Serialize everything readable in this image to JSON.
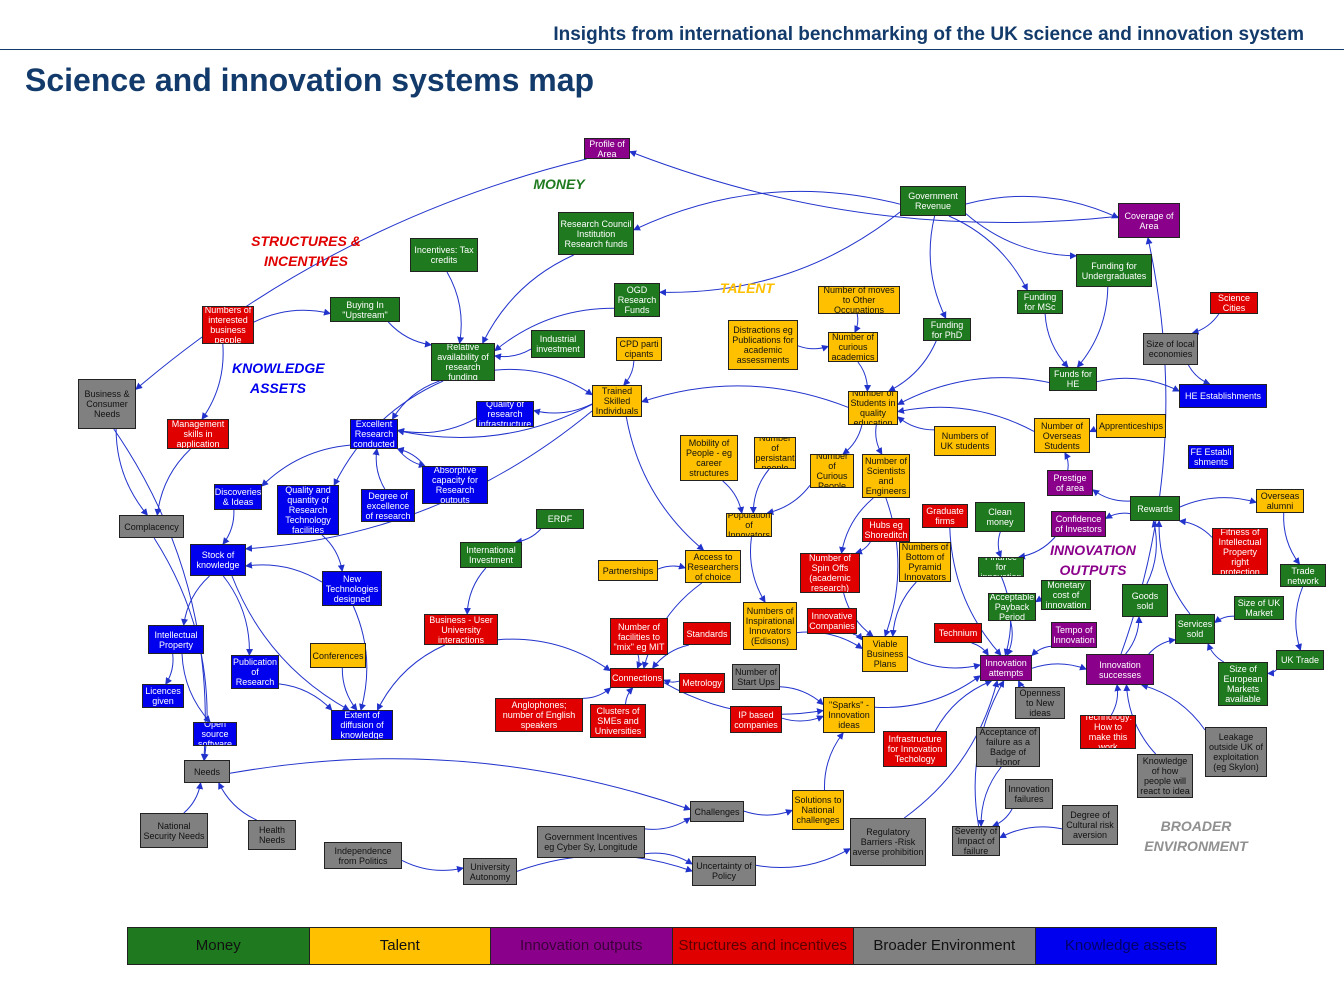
{
  "header": {
    "top_title": "Insights from international benchmarking of the UK science and innovation system",
    "main_title": "Science and innovation systems map"
  },
  "colors": {
    "money": "#1f7a1f",
    "talent": "#ffc000",
    "outputs": "#8b008b",
    "structures": "#e00000",
    "broader": "#808080",
    "knowledge": "#0000ee",
    "line": "#2233cc"
  },
  "category_labels": [
    {
      "id": "money",
      "text": "MONEY",
      "color": "#1f7a1f"
    },
    {
      "id": "structures",
      "text": "STRUCTURES & INCENTIVES",
      "color": "#e00000"
    },
    {
      "id": "knowledge",
      "text": "KNOWLEDGE ASSETS",
      "color": "#0000ee"
    },
    {
      "id": "talent",
      "text": "TALENT",
      "color": "#ffc000"
    },
    {
      "id": "outputs",
      "text": "INNOVATION OUTPUTS",
      "color": "#8b008b"
    },
    {
      "id": "broader",
      "text": "BROADER ENVIRONMENT",
      "color": "#909090"
    }
  ],
  "nodes": [
    {
      "id": "profile",
      "text": "Profile of Area",
      "cat": "outputs"
    },
    {
      "id": "gov_rev",
      "text": "Government Revenue",
      "cat": "money"
    },
    {
      "id": "coverage",
      "text": "Coverage of Area",
      "cat": "outputs"
    },
    {
      "id": "rc_funds",
      "text": "Research Council Institution Research funds",
      "cat": "money"
    },
    {
      "id": "tax",
      "text": "Incentives: Tax credits",
      "cat": "money"
    },
    {
      "id": "ogd",
      "text": "OGD Research Funds",
      "cat": "money"
    },
    {
      "id": "ug_fund",
      "text": "Funding for Undergraduates",
      "cat": "money"
    },
    {
      "id": "msc_fund",
      "text": "Funding for MSc",
      "cat": "money"
    },
    {
      "id": "sci_cities",
      "text": "Science Cities",
      "cat": "structures"
    },
    {
      "id": "phd_fund",
      "text": "Funding for PhD",
      "cat": "money"
    },
    {
      "id": "moves",
      "text": "Number of moves to Other Occupations",
      "cat": "talent"
    },
    {
      "id": "interested",
      "text": "Numbers of interested business people",
      "cat": "structures"
    },
    {
      "id": "upstream",
      "text": "Buying In \"Upstream\"",
      "cat": "money"
    },
    {
      "id": "distractions",
      "text": "Distractions eg Publications for academic assessments",
      "cat": "talent"
    },
    {
      "id": "local_econ",
      "text": "Size of local economies",
      "cat": "broader"
    },
    {
      "id": "industrial",
      "text": "Industrial investment",
      "cat": "money"
    },
    {
      "id": "cpd",
      "text": "CPD parti cipants",
      "cat": "talent"
    },
    {
      "id": "curious_acad",
      "text": "Number of curious academics",
      "cat": "talent"
    },
    {
      "id": "rel_avail",
      "text": "Relative availability of research funding",
      "cat": "money"
    },
    {
      "id": "funds_he",
      "text": "Funds for HE",
      "cat": "money"
    },
    {
      "id": "he_estab",
      "text": "HE Establishments",
      "cat": "knowledge"
    },
    {
      "id": "bus_needs",
      "text": "Business & Consumer Needs",
      "cat": "broader"
    },
    {
      "id": "trained",
      "text": "Trained Skilled Individuals",
      "cat": "talent"
    },
    {
      "id": "students_qe",
      "text": "Number of Students in quality education",
      "cat": "talent"
    },
    {
      "id": "quality_infra",
      "text": "Quality of research infrastructure",
      "cat": "knowledge"
    },
    {
      "id": "mgmt",
      "text": "Management skills in application",
      "cat": "structures"
    },
    {
      "id": "excellent",
      "text": "Excellent Research conducted",
      "cat": "knowledge"
    },
    {
      "id": "apprentice",
      "text": "Apprenticeships",
      "cat": "talent"
    },
    {
      "id": "overseas_st",
      "text": "Number of Overseas Students",
      "cat": "talent"
    },
    {
      "id": "uk_students",
      "text": "Numbers of UK students",
      "cat": "talent"
    },
    {
      "id": "fe_estab",
      "text": "FE Establi shments",
      "cat": "knowledge"
    },
    {
      "id": "mobility",
      "text": "Mobility of People - eg career structures",
      "cat": "talent"
    },
    {
      "id": "persistent",
      "text": "Number of persistant people",
      "cat": "talent"
    },
    {
      "id": "curious_people",
      "text": "Number of Curious People",
      "cat": "talent"
    },
    {
      "id": "sci_eng",
      "text": "Number of Scientists and Engineers",
      "cat": "talent"
    },
    {
      "id": "absorptive",
      "text": "Absorptive capacity for Research outputs",
      "cat": "knowledge"
    },
    {
      "id": "prestige",
      "text": "Prestige of area",
      "cat": "outputs"
    },
    {
      "id": "overseas_alumni",
      "text": "Overseas alumni",
      "cat": "talent"
    },
    {
      "id": "discoveries",
      "text": "Discoveries & Ideas",
      "cat": "knowledge"
    },
    {
      "id": "qual_tech",
      "text": "Quality and quantity of Research Technology facilities",
      "cat": "knowledge"
    },
    {
      "id": "degree_exc",
      "text": "Degree of excellence of research",
      "cat": "knowledge"
    },
    {
      "id": "graduate",
      "text": "Graduate firms",
      "cat": "structures"
    },
    {
      "id": "clean_money",
      "text": "Clean money",
      "cat": "money"
    },
    {
      "id": "rewards",
      "text": "Rewards",
      "cat": "money"
    },
    {
      "id": "confidence",
      "text": "Confidence of Investors",
      "cat": "outputs"
    },
    {
      "id": "complacency",
      "text": "Complacency",
      "cat": "broader"
    },
    {
      "id": "erdf",
      "text": "ERDF",
      "cat": "money"
    },
    {
      "id": "pop_innov",
      "text": "Population of Innovators",
      "cat": "talent"
    },
    {
      "id": "hubs",
      "text": "Hubs eg Shoreditch",
      "cat": "structures"
    },
    {
      "id": "bottom_pyr",
      "text": "Numbers of Bottom of Pyramid Innovators",
      "cat": "talent"
    },
    {
      "id": "fitness_ip",
      "text": "Fitness of Intellectual Property right protection",
      "cat": "structures"
    },
    {
      "id": "intl_invest",
      "text": "International Investment",
      "cat": "money"
    },
    {
      "id": "stock_know",
      "text": "Stock of knowledge",
      "cat": "knowledge"
    },
    {
      "id": "partnerships",
      "text": "Partnerships",
      "cat": "talent"
    },
    {
      "id": "access_res",
      "text": "Access to Researchers of choice",
      "cat": "talent"
    },
    {
      "id": "spinouts",
      "text": "Number of Spin Offs (academic research)",
      "cat": "structures"
    },
    {
      "id": "finance",
      "text": "Finance for innovation",
      "cat": "money"
    },
    {
      "id": "trade_net",
      "text": "Trade network",
      "cat": "money"
    },
    {
      "id": "new_tech",
      "text": "New Technologies designed",
      "cat": "knowledge"
    },
    {
      "id": "monetary",
      "text": "Monetary cost of innovation",
      "cat": "money"
    },
    {
      "id": "goods_sold",
      "text": "Goods sold",
      "cat": "money"
    },
    {
      "id": "payback",
      "text": "Acceptable Payback Period",
      "cat": "money"
    },
    {
      "id": "uk_market",
      "text": "Size of UK Market",
      "cat": "money"
    },
    {
      "id": "bus_uni",
      "text": "Business - User University interactions",
      "cat": "structures"
    },
    {
      "id": "facilities_mix",
      "text": "Number of facilities to \"mix\" eg MIT",
      "cat": "structures"
    },
    {
      "id": "inspirational",
      "text": "Numbers of Inspirational Innovators (Edisons)",
      "cat": "talent"
    },
    {
      "id": "innov_comp",
      "text": "Innovative Companies",
      "cat": "structures"
    },
    {
      "id": "technium",
      "text": "Technium",
      "cat": "structures"
    },
    {
      "id": "tempo",
      "text": "Tempo of Innovation",
      "cat": "outputs"
    },
    {
      "id": "services",
      "text": "Services sold",
      "cat": "money"
    },
    {
      "id": "ip",
      "text": "Intellectual Property",
      "cat": "knowledge"
    },
    {
      "id": "standards",
      "text": "Standards",
      "cat": "structures"
    },
    {
      "id": "viable",
      "text": "Viable Business Plans",
      "cat": "talent"
    },
    {
      "id": "uk_trade",
      "text": "UK Trade",
      "cat": "money"
    },
    {
      "id": "conferences",
      "text": "Conferences",
      "cat": "talent"
    },
    {
      "id": "publication",
      "text": "Publication of Research",
      "cat": "knowledge"
    },
    {
      "id": "innov_att",
      "text": "Innovation attempts",
      "cat": "outputs"
    },
    {
      "id": "innov_succ",
      "text": "Innovation successes",
      "cat": "outputs"
    },
    {
      "id": "eu_market",
      "text": "Size of European Markets available",
      "cat": "money"
    },
    {
      "id": "connections",
      "text": "Connections",
      "cat": "structures"
    },
    {
      "id": "metrology",
      "text": "Metrology",
      "cat": "structures"
    },
    {
      "id": "startups",
      "text": "Number of Start Ups",
      "cat": "broader"
    },
    {
      "id": "licences",
      "text": "Licences given",
      "cat": "knowledge"
    },
    {
      "id": "openness",
      "text": "Openness to New ideas",
      "cat": "broader"
    },
    {
      "id": "anglophones",
      "text": "Anglophones; number of English speakers",
      "cat": "structures"
    },
    {
      "id": "clusters",
      "text": "Clusters of SMEs and Universities",
      "cat": "structures"
    },
    {
      "id": "extent_diff",
      "text": "Extent of diffusion of knowledge",
      "cat": "knowledge"
    },
    {
      "id": "ip_based",
      "text": "IP based companies",
      "cat": "structures"
    },
    {
      "id": "sparks",
      "text": "\"Sparks\" - Innovation ideas",
      "cat": "talent"
    },
    {
      "id": "tech_how",
      "text": "Technology: How to make this work",
      "cat": "structures"
    },
    {
      "id": "open_source",
      "text": "Open source software",
      "cat": "knowledge"
    },
    {
      "id": "infra_innov",
      "text": "Infrastructure for Innovation Techology",
      "cat": "structures"
    },
    {
      "id": "acceptance",
      "text": "Acceptance of failure as a Badge of Honor",
      "cat": "broader"
    },
    {
      "id": "leakage",
      "text": "Leakage outside UK of exploitation (eg Skylon)",
      "cat": "broader"
    },
    {
      "id": "needs",
      "text": "Needs",
      "cat": "broader"
    },
    {
      "id": "knowledge_people",
      "text": "Knowledge of how people will react to idea",
      "cat": "broader"
    },
    {
      "id": "innov_fail",
      "text": "Innovation failures",
      "cat": "broader"
    },
    {
      "id": "solutions",
      "text": "Solutions to National challenges",
      "cat": "talent"
    },
    {
      "id": "challenges",
      "text": "Challenges",
      "cat": "broader"
    },
    {
      "id": "cultural",
      "text": "Degree of Cultural risk aversion",
      "cat": "broader"
    },
    {
      "id": "nat_security",
      "text": "National Security Needs",
      "cat": "broader"
    },
    {
      "id": "health",
      "text": "Health Needs",
      "cat": "broader"
    },
    {
      "id": "gov_incent",
      "text": "Government Incentives eg Cyber Sy, Longitude",
      "cat": "broader"
    },
    {
      "id": "regulatory",
      "text": "Regulatory Barriers -Risk averse prohibition",
      "cat": "broader"
    },
    {
      "id": "severity",
      "text": "Severity of Impact of failure",
      "cat": "broader"
    },
    {
      "id": "independence",
      "text": "Independence from Politics",
      "cat": "broader"
    },
    {
      "id": "uni_auto",
      "text": "University Autonomy",
      "cat": "broader"
    },
    {
      "id": "uncertainty",
      "text": "Uncertainty of Policy",
      "cat": "broader"
    }
  ],
  "links": [
    [
      "gov_rev",
      "rc_funds"
    ],
    [
      "gov_rev",
      "ogd"
    ],
    [
      "gov_rev",
      "phd_fund"
    ],
    [
      "gov_rev",
      "msc_fund"
    ],
    [
      "gov_rev",
      "ug_fund"
    ],
    [
      "gov_rev",
      "coverage"
    ],
    [
      "rc_funds",
      "rel_avail"
    ],
    [
      "tax",
      "rel_avail"
    ],
    [
      "ogd",
      "rel_avail"
    ],
    [
      "industrial",
      "rel_avail"
    ],
    [
      "upstream",
      "rel_avail"
    ],
    [
      "interested",
      "upstream"
    ],
    [
      "rel_avail",
      "excellent"
    ],
    [
      "rel_avail",
      "trained"
    ],
    [
      "rel_avail",
      "qual_tech"
    ],
    [
      "quality_infra",
      "excellent"
    ],
    [
      "absorptive",
      "excellent"
    ],
    [
      "degree_exc",
      "excellent"
    ],
    [
      "excellent",
      "discoveries"
    ],
    [
      "discoveries",
      "stock_know"
    ],
    [
      "stock_know",
      "ip"
    ],
    [
      "stock_know",
      "publication"
    ],
    [
      "stock_know",
      "extent_diff"
    ],
    [
      "ip",
      "licences"
    ],
    [
      "ip",
      "open_source"
    ],
    [
      "publication",
      "extent_diff"
    ],
    [
      "conferences",
      "extent_diff"
    ],
    [
      "new_tech",
      "extent_diff"
    ],
    [
      "bus_uni",
      "extent_diff"
    ],
    [
      "trained",
      "excellent"
    ],
    [
      "trained",
      "access_res"
    ],
    [
      "trained",
      "stock_know"
    ],
    [
      "students_qe",
      "trained"
    ],
    [
      "students_qe",
      "curious_people"
    ],
    [
      "students_qe",
      "sci_eng"
    ],
    [
      "curious_acad",
      "students_qe"
    ],
    [
      "distractions",
      "curious_acad"
    ],
    [
      "moves",
      "curious_acad"
    ],
    [
      "funds_he",
      "students_qe"
    ],
    [
      "ug_fund",
      "funds_he"
    ],
    [
      "msc_fund",
      "funds_he"
    ],
    [
      "phd_fund",
      "students_qe"
    ],
    [
      "overseas_st",
      "students_qe"
    ],
    [
      "uk_students",
      "students_qe"
    ],
    [
      "apprentice",
      "overseas_st"
    ],
    [
      "funds_he",
      "he_estab"
    ],
    [
      "local_econ",
      "he_estab"
    ],
    [
      "sci_cities",
      "local_econ"
    ],
    [
      "prestige",
      "overseas_st"
    ],
    [
      "rewards",
      "prestige"
    ],
    [
      "rewards",
      "confidence"
    ],
    [
      "confidence",
      "finance"
    ],
    [
      "clean_money",
      "finance"
    ],
    [
      "finance",
      "innov_att"
    ],
    [
      "monetary",
      "payback"
    ],
    [
      "payback",
      "innov_att"
    ],
    [
      "tempo",
      "innov_att"
    ],
    [
      "innov_att",
      "innov_succ"
    ],
    [
      "innov_succ",
      "goods_sold"
    ],
    [
      "innov_succ",
      "services"
    ],
    [
      "goods_sold",
      "rewards"
    ],
    [
      "services",
      "rewards"
    ],
    [
      "uk_market",
      "services"
    ],
    [
      "eu_market",
      "services"
    ],
    [
      "trade_net",
      "uk_trade"
    ],
    [
      "uk_trade",
      "eu_market"
    ],
    [
      "overseas_alumni",
      "trade_net"
    ],
    [
      "rewards",
      "overseas_alumni"
    ],
    [
      "fitness_ip",
      "rewards"
    ],
    [
      "mobility",
      "pop_innov"
    ],
    [
      "persistent",
      "pop_innov"
    ],
    [
      "curious_people",
      "pop_innov"
    ],
    [
      "sci_eng",
      "spinouts"
    ],
    [
      "sci_eng",
      "viable"
    ],
    [
      "pop_innov",
      "inspirational"
    ],
    [
      "inspirational",
      "viable"
    ],
    [
      "spinouts",
      "viable"
    ],
    [
      "innov_comp",
      "viable"
    ],
    [
      "bottom_pyr",
      "viable"
    ],
    [
      "hubs",
      "spinouts"
    ],
    [
      "graduate",
      "innov_att"
    ],
    [
      "technium",
      "innov_att"
    ],
    [
      "viable",
      "innov_att"
    ],
    [
      "partnerships",
      "access_res"
    ],
    [
      "access_res",
      "connections"
    ],
    [
      "facilities_mix",
      "connections"
    ],
    [
      "standards",
      "connections"
    ],
    [
      "metrology",
      "connections"
    ],
    [
      "anglophones",
      "connections"
    ],
    [
      "clusters",
      "connections"
    ],
    [
      "connections",
      "sparks"
    ],
    [
      "erdf",
      "intl_invest"
    ],
    [
      "intl_invest",
      "bus_uni"
    ],
    [
      "bus_uni",
      "connections"
    ],
    [
      "ip_based",
      "sparks"
    ],
    [
      "startups",
      "sparks"
    ],
    [
      "sparks",
      "innov_att"
    ],
    [
      "openness",
      "innov_att"
    ],
    [
      "acceptance",
      "severity"
    ],
    [
      "innov_fail",
      "severity"
    ],
    [
      "cultural",
      "severity"
    ],
    [
      "severity",
      "innov_att"
    ],
    [
      "regulatory",
      "innov_att"
    ],
    [
      "infra_innov",
      "innov_att"
    ],
    [
      "tech_how",
      "innov_succ"
    ],
    [
      "knowledge_people",
      "innov_succ"
    ],
    [
      "leakage",
      "innov_succ"
    ],
    [
      "needs",
      "challenges"
    ],
    [
      "nat_security",
      "needs"
    ],
    [
      "health",
      "needs"
    ],
    [
      "challenges",
      "solutions"
    ],
    [
      "solutions",
      "sparks"
    ],
    [
      "gov_incent",
      "challenges"
    ],
    [
      "gov_incent",
      "uncertainty"
    ],
    [
      "independence",
      "uni_auto"
    ],
    [
      "uni_auto",
      "uncertainty"
    ],
    [
      "uncertainty",
      "regulatory"
    ],
    [
      "bus_needs",
      "needs"
    ],
    [
      "bus_needs",
      "complacency"
    ],
    [
      "complacency",
      "needs"
    ],
    [
      "mgmt",
      "complacency"
    ],
    [
      "interested",
      "mgmt"
    ],
    [
      "profile",
      "bus_needs"
    ],
    [
      "coverage",
      "profile"
    ],
    [
      "innov_succ",
      "coverage"
    ],
    [
      "cpd",
      "trained"
    ],
    [
      "new_tech",
      "stock_know"
    ],
    [
      "qual_tech",
      "new_tech"
    ],
    [
      "excellent",
      "absorptive"
    ],
    [
      "trained",
      "quality_infra"
    ]
  ],
  "legend": [
    {
      "text": "Money",
      "bg": "#1f7a1f",
      "fg": "#111111"
    },
    {
      "text": "Talent",
      "bg": "#ffc000",
      "fg": "#111111"
    },
    {
      "text": "Innovation outputs",
      "bg": "#8b008b",
      "fg": "#3a003a"
    },
    {
      "text": "Structures and incentives",
      "bg": "#e00000",
      "fg": "#5a0000"
    },
    {
      "text": "Broader Environment",
      "bg": "#808080",
      "fg": "#111111"
    },
    {
      "text": "Knowledge assets",
      "bg": "#0000ee",
      "fg": "#000066"
    }
  ]
}
